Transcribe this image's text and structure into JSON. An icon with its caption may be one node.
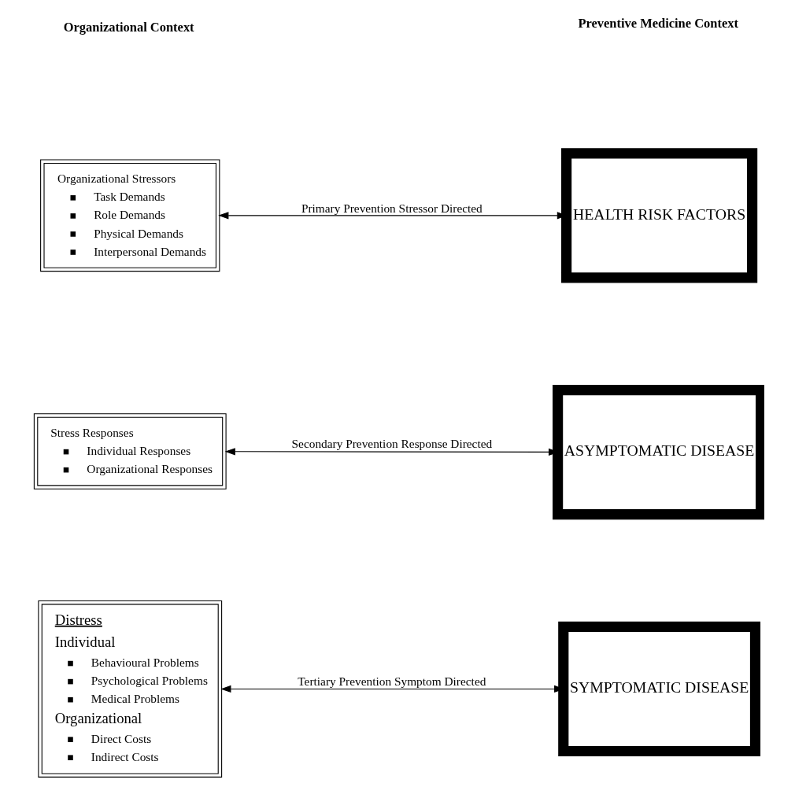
{
  "diagram": {
    "nodes": [
      {
        "text": [
          "Organizational Stressors",
          "Task Demands",
          "Role Demands",
          "Physical Demands",
          "Interpersonal Demands"
        ]
      },
      {
        "text": [
          "HEALTH RISK FACTORS"
        ]
      },
      {
        "text": [
          "Stress Responses",
          "Individual Responses",
          "Organizational Responses"
        ]
      },
      {
        "text": [
          "ASYMPTOMATIC DISEASE"
        ]
      },
      {
        "text": [
          "Distress",
          "Individual",
          "Behavioural Problems",
          "Psychological Problems",
          "Medical Problems",
          "Organizational",
          "Direct Costs",
          "Indirect Costs"
        ]
      },
      {
        "text": [
          "SYMPTOMATIC DISEASE"
        ]
      }
    ],
    "edges": [
      {
        "from": 0,
        "to": 1,
        "arrow": "both",
        "label": "Primary Prevention Stressor Directed"
      },
      {
        "from": 2,
        "to": 3,
        "arrow": "both",
        "label": "Secondary Prevention Response Directed"
      },
      {
        "from": 4,
        "to": 5,
        "arrow": "both",
        "label": "Tertiary Prevention Symptom Directed"
      }
    ],
    "labels": [
      "Organizational Context",
      "Preventive Medicine Context"
    ]
  }
}
